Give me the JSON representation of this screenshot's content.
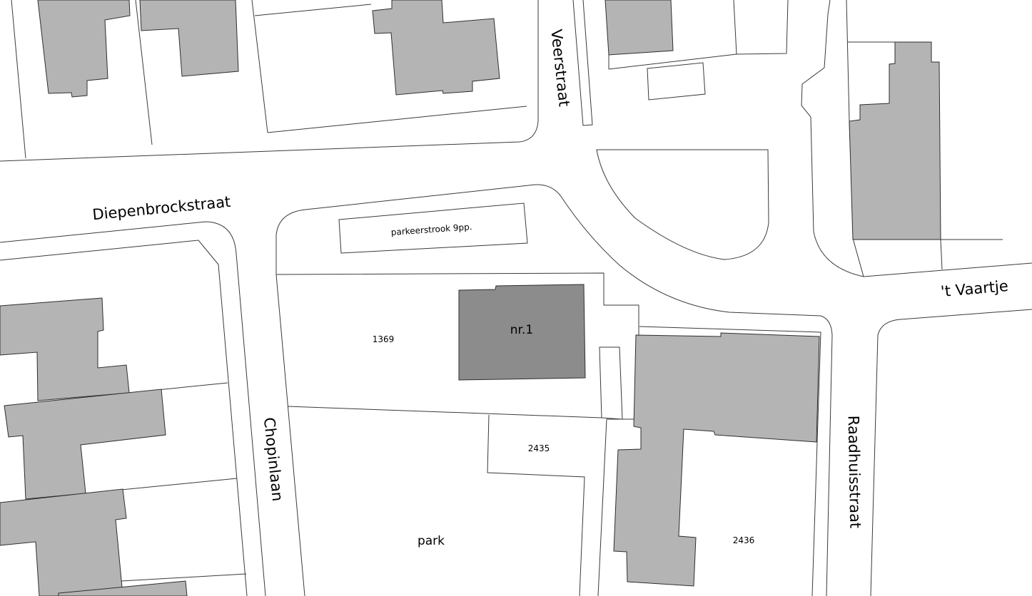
{
  "streets": {
    "diepenbrockstraat": "Diepenbrockstraat",
    "veerstraat": "Veerstraat",
    "chopinlaan": "Chopinlaan",
    "raadhuisstraat": "Raadhuisstraat",
    "t_vaartje": "'t Vaartje"
  },
  "labels": {
    "parking_strip": "parkeerstrook 9pp.",
    "main_building": "nr.1",
    "parcel_1369": "1369",
    "parcel_2435": "2435",
    "parcel_2436": "2436",
    "park": "park"
  },
  "colors": {
    "background": "#ffffff",
    "building": "#b4b4b4",
    "highlighted_building": "#8c8c8c",
    "lines": "#3a3a3a"
  }
}
